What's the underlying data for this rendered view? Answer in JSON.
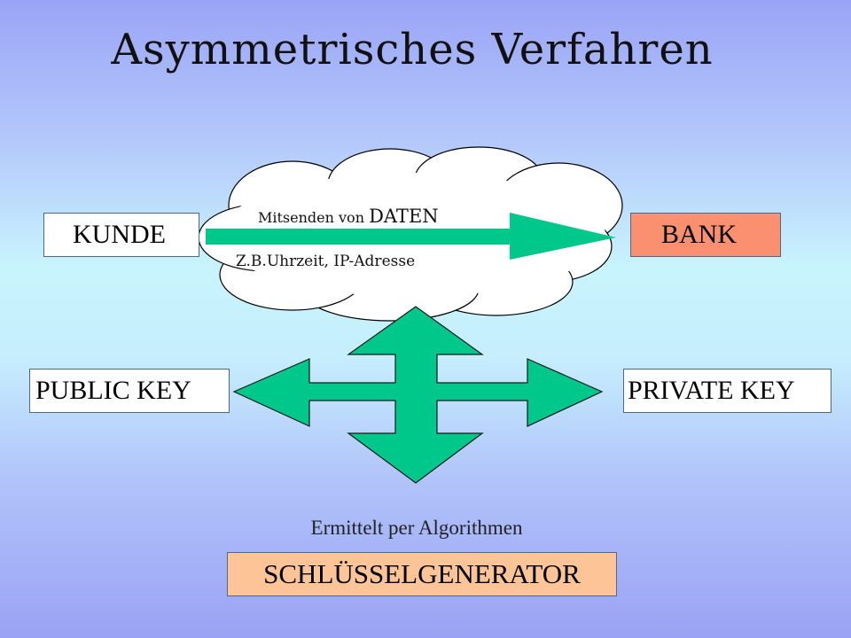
{
  "title": "Asymmetrisches Verfahren",
  "nodes": {
    "kunde": "KUNDE",
    "bank": "BANK",
    "public_key": "PUBLIC KEY",
    "private_key": "PRIVATE KEY",
    "generator": "SCHLÜSSELGENERATOR"
  },
  "cloud": {
    "line1_prefix": "Mitsenden von ",
    "line1_emphasis": "DATEN",
    "line2": "Z.B.Uhrzeit, IP-Adresse"
  },
  "caption": "Ermittelt per Algorithmen",
  "colors": {
    "arrow": "#00c78a",
    "bank": "#fa9070",
    "generator": "#fdc597",
    "cloud": "#ffffff"
  }
}
